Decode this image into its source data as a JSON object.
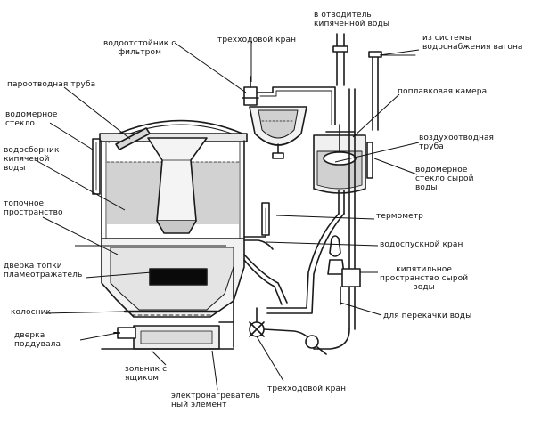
{
  "labels": {
    "to_boiled_water_consumer": "в отводитель\nкипяченной воды",
    "from_car_water_supply": "из системы\nводоснабжения вагона",
    "water_settler_filter": "водоотстойник с\nфильтром",
    "three_way_valve": "трехходовой кран",
    "steam_outlet_pipe": "пароотводная труба",
    "float_chamber": "поплавковая камера",
    "water_gauge_glass": "водомерное\nстекло",
    "boiled_water_collector": "водосборник\nкипяченой\nводы",
    "air_outlet_pipe": "воздухоотводная\nтруба",
    "raw_water_gauge_glass": "водомерное\nстекло сырой\nводы",
    "firebox_space": "топочное\nпространство",
    "thermometer": "термометр",
    "water_drain_valve": "водоспускной кран",
    "firebox_door_converter": "дверка топки\nпламеотражатель",
    "raw_water_boiling_space": "кипятильное\nпространство сырой\nводы",
    "grate": "колосник",
    "water_transfer": "для перекачки воды",
    "ash_door": "дверка\nподдувала",
    "ash_pan": "зольник с\nящиком",
    "heating_element": "электронагреватель\nный элемент",
    "three_way_valve_bottom": "трехходовой кран"
  }
}
